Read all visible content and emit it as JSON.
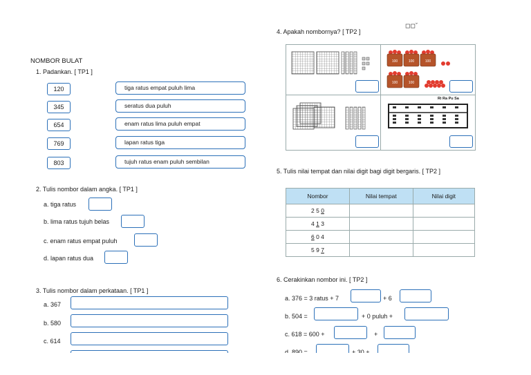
{
  "corner_mark": "◻◻ˇ",
  "title": "NOMBOR BULAT",
  "q1": {
    "heading": "1.  Padankan. [ TP1 ]",
    "numbers": [
      "120",
      "345",
      "654",
      "769",
      "803"
    ],
    "phrases": [
      "tiga ratus empat puluh lima",
      "seratus dua puluh",
      "enam ratus lima puluh empat",
      "lapan ratus tiga",
      "tujuh ratus enam puluh sembilan"
    ]
  },
  "q2": {
    "heading": "2.  Tulis nombor dalam angka. [ TP1 ]",
    "items": [
      "a.  tiga ratus",
      "b.  lima ratus tujuh belas",
      "c.  enam ratus empat puluh",
      "d.  lapan ratus dua"
    ]
  },
  "q3": {
    "heading": "3.  Tulis nombor dalam perkataan. [ TP1 ]",
    "items": [
      "a.  367",
      "b.  580",
      "c.  614"
    ]
  },
  "q4": {
    "heading": "4.  Apakah nombornya? [ TP2 ]",
    "abacus_labels": "Ri  Ra  Pu  Sa",
    "basket_label": "100"
  },
  "q5": {
    "heading": "5.  Tulis nilai tempat dan nilai digit bagi digit bergaris. [ TP2 ]",
    "columns": [
      "Nombor",
      "Nilai tempat",
      "Nilai digit"
    ],
    "rows": [
      {
        "pre": "2 5 ",
        "u": "0",
        "post": ""
      },
      {
        "pre": "4 ",
        "u": "1",
        "post": " 3"
      },
      {
        "pre": "",
        "u": "6",
        "post": " 0 4"
      },
      {
        "pre": "5 9 ",
        "u": "7",
        "post": ""
      }
    ]
  },
  "q6": {
    "heading": "6.  Cerakinkan nombor ini. [ TP2 ]",
    "a": {
      "start": "a.  376 = 3 ratus + 7",
      "mid": "+ 6"
    },
    "b": {
      "start": "b.  504 =",
      "mid": "+ 0 puluh +"
    },
    "c": {
      "start": "c.  618 = 600 +",
      "mid": "+"
    },
    "d": {
      "start": "d.  890 =",
      "mid": "+ 30 +"
    }
  },
  "colors": {
    "border": "#2a6fb8",
    "table_header": "#bfe0f4",
    "basket": "#b5542a",
    "strawberry": "#e23b2e"
  }
}
